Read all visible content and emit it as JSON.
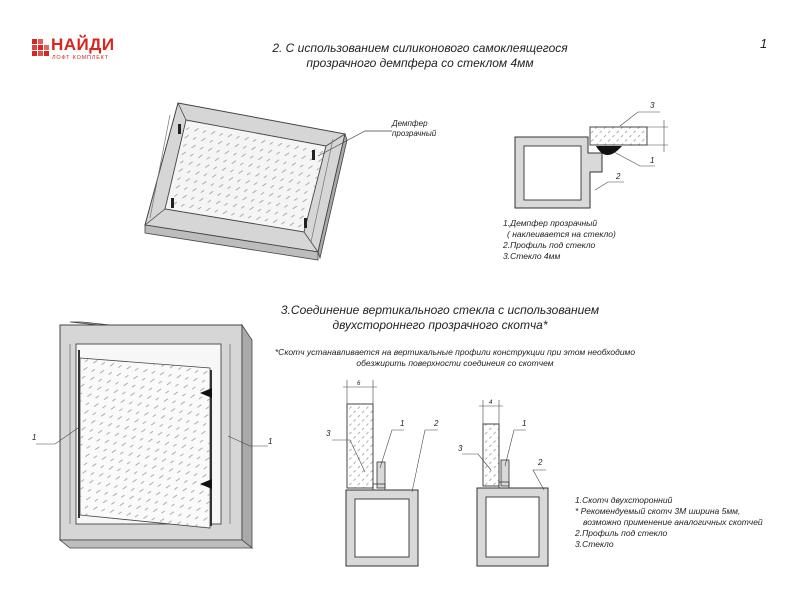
{
  "logo": {
    "name": "НАЙДИ",
    "subtitle": "ЛОФТ КОМПЛЕКТ"
  },
  "page_number": "1",
  "section2": {
    "title_line1": "2. С использованием силиконового самоклеящегося",
    "title_line2": "прозрачного демпфера со стеклом 4мм",
    "callout_line1": "Демпфер",
    "callout_line2": "прозрачный",
    "labels": {
      "l1": "1",
      "l2": "2",
      "l3": "3"
    },
    "legend": [
      "1.Демпфер прозрачный",
      "( наклеивается на стекло)",
      "2.Профиль под стекло",
      "3.Стекло 4мм"
    ]
  },
  "section3": {
    "title_line1": "3.Соединение вертикального стекла с использованием",
    "title_line2": "двухстороннего прозрачного скотча*",
    "note_line1": "*Скотч устанавливается на вертикальные профили конструкции при этом необходимо",
    "note_line2": "обезжирить поверхности соединеия со скотчем",
    "frame_labels": {
      "left": "1",
      "right": "1"
    },
    "sectionA": {
      "dim": "6",
      "l1": "1",
      "l2": "2",
      "l3": "3"
    },
    "sectionB": {
      "dim": "4",
      "l1": "1",
      "l2": "2",
      "l3": "3"
    },
    "legend": [
      "1.Скотч двухсторонний",
      "* Рекомендуемый скотч 3М ширина 5мм,",
      "возможно применение аналогичных скотчей",
      "2.Профиль под стекло",
      "3.Стекло"
    ]
  }
}
